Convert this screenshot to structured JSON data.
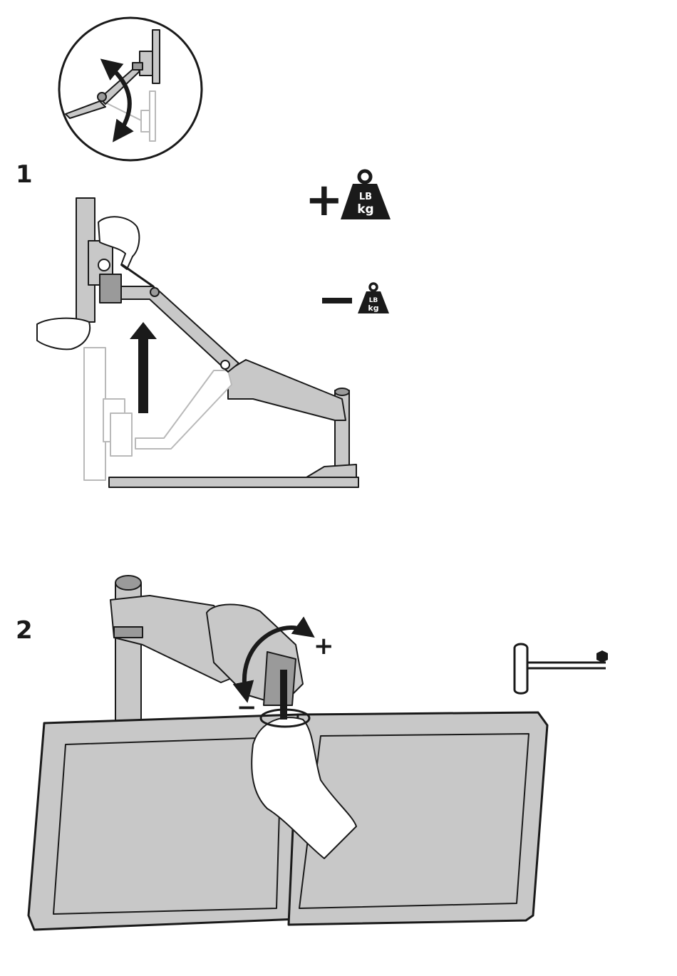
{
  "steps": [
    {
      "number": "1"
    },
    {
      "number": "2"
    }
  ],
  "weight_icons": {
    "increase": {
      "sign": "+",
      "line1": "LB",
      "line2": "kg"
    },
    "decrease": {
      "sign": "−",
      "line1": "LB",
      "line2": "kg"
    }
  },
  "tension_direction": {
    "plus": "+",
    "minus": "−"
  },
  "tool": {
    "name": "hex-key-icon"
  },
  "colors": {
    "ink": "#1a1a1a",
    "surface": "#c8c8c8",
    "ghost": "#b9b9b9"
  }
}
